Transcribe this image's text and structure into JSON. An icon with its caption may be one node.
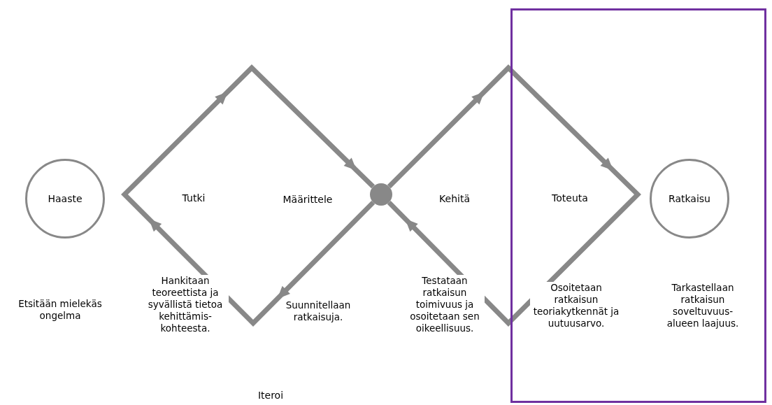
{
  "diagram": {
    "nodes": [
      {
        "text": [
          "Haaste"
        ]
      },
      {
        "text": [],
        "shape": "circle"
      },
      {
        "text": [],
        "shape": "box"
      },
      {
        "text": [
          "Ratkaisu"
        ],
        "in": 2
      }
    ],
    "edges": [
      {
        "from": 1,
        "to": 1,
        "arrow": "to"
      },
      {
        "from": 1,
        "to": 1,
        "arrow": "to"
      }
    ],
    "labels": [
      "Tutki",
      "Määrittele",
      "Kehitä",
      "Toteuta",
      "Etsitään mielekäs ongelma",
      "Hankitaan teoreettista ja syvällistä tietoa kehittämis-kohteesta.",
      "Suunnitellaan ratkaisuja.",
      "Testataan ratkaisun toimivuus ja osoitetaan sen oikeellisuus.",
      "Osoitetaan ratkaisun teoriakytkennät ja uutuusarvo.",
      "Tarkastellaan ratkaisun soveltuvuus-alueen laajuus.",
      "Iteroi"
    ]
  }
}
